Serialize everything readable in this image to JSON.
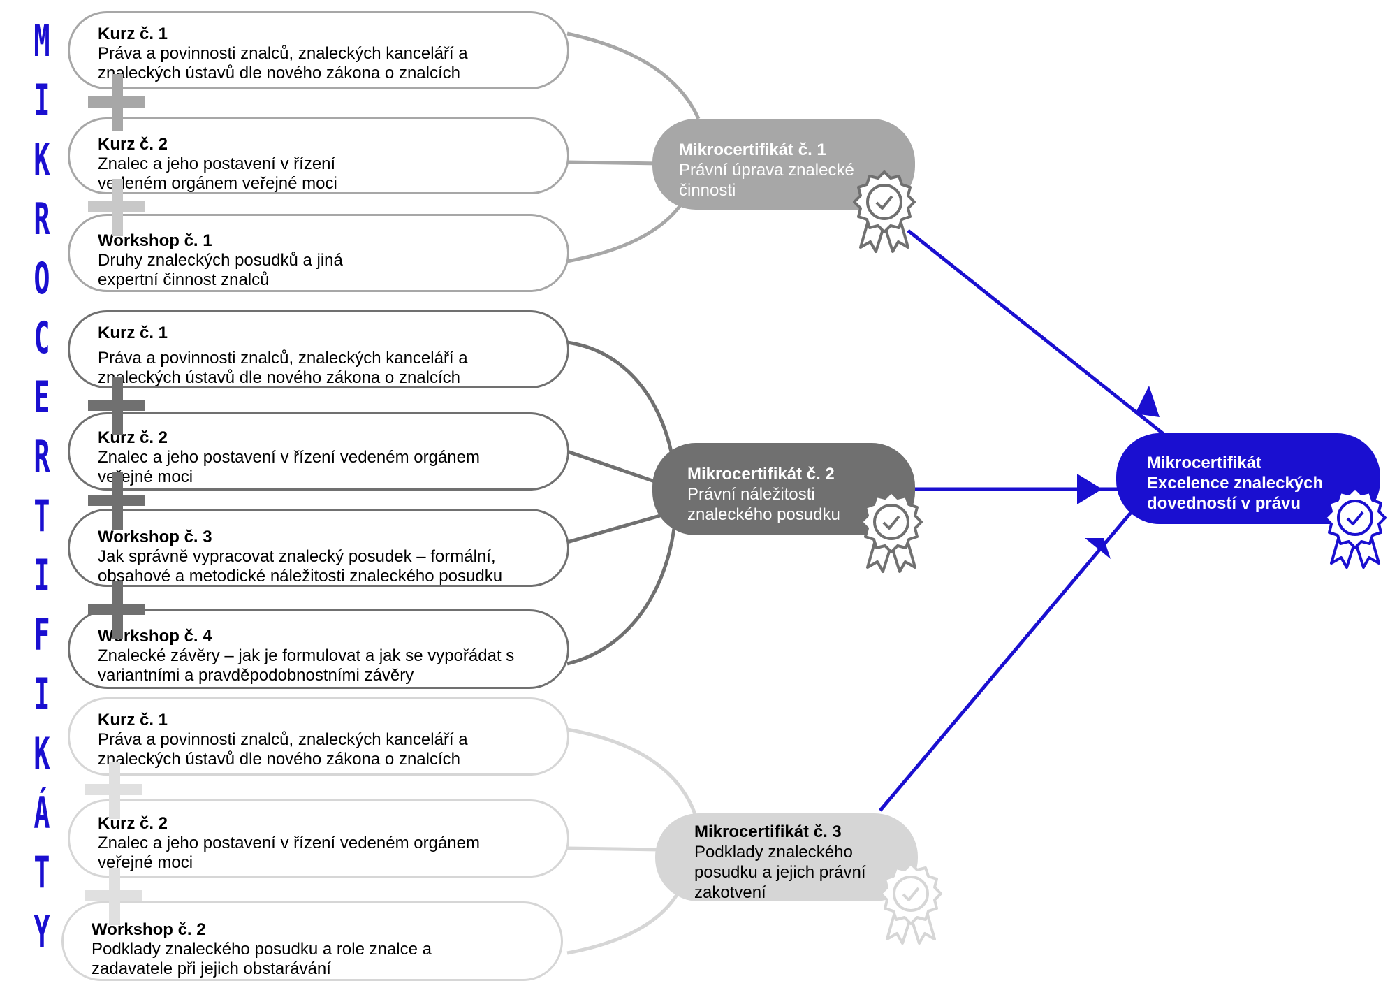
{
  "side_title": [
    "M",
    "I",
    "K",
    "R",
    "O",
    "C",
    "E",
    "R",
    "T",
    "I",
    "F",
    "I",
    "K",
    "Á",
    "T",
    "Y"
  ],
  "groups": [
    {
      "items": [
        {
          "title": "Kurz č. 1",
          "desc": "Práva a povinnosti znalců, znaleckých kanceláří a znaleckých ústavů dle nového zákona o znalcích"
        },
        {
          "title": "Kurz č. 2",
          "desc": "Znalec a jeho postavení v řízení vedeném orgánem veřejné moci"
        },
        {
          "title": "Workshop č. 1",
          "desc": "Druhy znaleckých posudků a jiná expertní činnost znalců"
        }
      ],
      "certificate": {
        "title": "Mikrocertifikát č. 1",
        "desc": "Právní úprava znalecké činnosti"
      }
    },
    {
      "items": [
        {
          "title": "Kurz č. 1",
          "desc": "Práva a povinnosti znalců, znaleckých kanceláří a znaleckých ústavů dle nového zákona o znalcích"
        },
        {
          "title": "Kurz č. 2",
          "desc": "Znalec a jeho postavení v řízení vedeném orgánem veřejné moci"
        },
        {
          "title": "Workshop č. 3",
          "desc": "Jak správně vypracovat znalecký posudek – formální, obsahové a metodické náležitosti znaleckého posudku"
        },
        {
          "title": "Workshop č. 4",
          "desc": "Znalecké závěry – jak je formulovat a jak se vypořádat s variantními a pravděpodobnostními závěry"
        }
      ],
      "certificate": {
        "title": "Mikrocertifikát č. 2",
        "desc": "Právní náležitosti znaleckého posudku"
      }
    },
    {
      "items": [
        {
          "title": "Kurz č. 1",
          "desc": "Práva a povinnosti znalců, znaleckých kanceláří a znaleckých ústavů dle nového zákona o znalcích"
        },
        {
          "title": "Kurz č. 2",
          "desc": "Znalec a jeho postavení v řízení vedeném orgánem veřejné moci"
        },
        {
          "title": "Workshop č. 2",
          "desc": "Podklady znaleckého posudku a role znalce a zadavatele při jejich obstarávání"
        }
      ],
      "certificate": {
        "title": "Mikrocertifikát č. 3",
        "desc": "Podklady znaleckého posudku a jejich právní zakotvení"
      }
    }
  ],
  "final_certificate": {
    "title": "Mikrocertifikát",
    "desc": "Excelence znaleckých dovedností v právu"
  },
  "colors": {
    "accent_blue": "#1a0fd0",
    "group1": "#a7a7a7",
    "group2": "#707070",
    "group3": "#d6d6d6"
  },
  "icons": {
    "plus": "plus-icon",
    "badge": "rosette-check-badge-icon"
  }
}
